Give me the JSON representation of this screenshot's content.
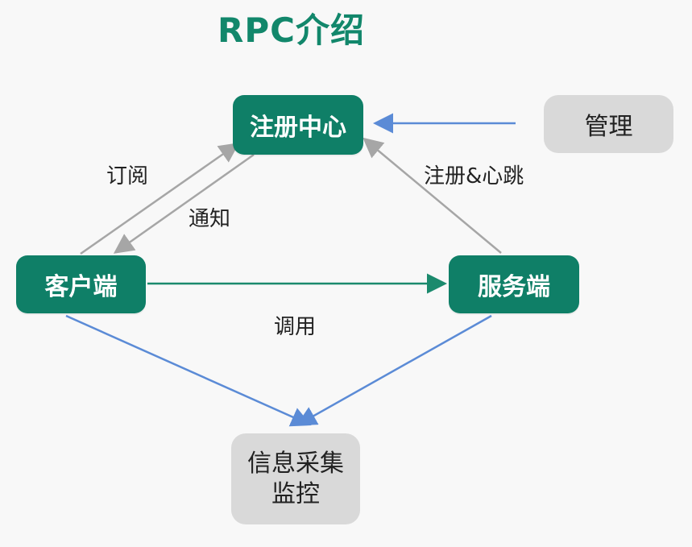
{
  "title": "RPC介绍",
  "nodes": {
    "registry": "注册中心",
    "client": "客户端",
    "server": "服务端",
    "admin": "管理",
    "monitor": {
      "line1": "信息采集",
      "line2": "监控"
    }
  },
  "edge_labels": {
    "subscribe": "订阅",
    "notify": "通知",
    "register_heartbeat": "注册&心跳",
    "invoke": "调用"
  },
  "colors": {
    "title": "#12876b",
    "node_primary": "#0f7f67",
    "node_secondary": "#d9d9d9",
    "arrow_gray": "#a6a6a6",
    "arrow_green": "#1b8a6d",
    "arrow_blue": "#5b8bd6"
  }
}
